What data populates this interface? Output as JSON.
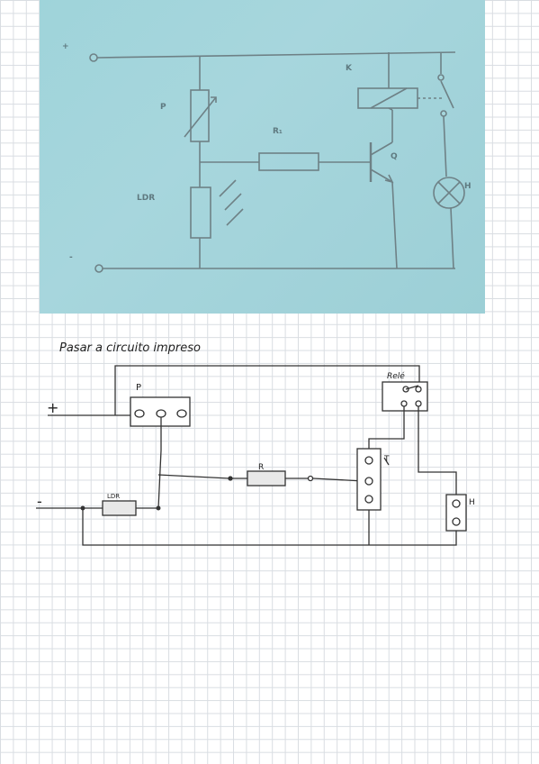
{
  "photo_schematic": {
    "plus_label": "+",
    "minus_label": "-",
    "potentiometer_label": "P",
    "resistor_label": "R₁",
    "relay_label": "K",
    "transistor_label": "Q",
    "ldr_label": "LDR",
    "lamp_label": "H"
  },
  "sketch": {
    "title": "Pasar a circuito impreso",
    "plus_label": "+",
    "minus_label": "-",
    "potentiometer_label": "P",
    "resistor_label": "R",
    "relay_label": "Relé",
    "ldr_label": "LDR",
    "transistor_label": "T",
    "lamp_label": "H"
  }
}
